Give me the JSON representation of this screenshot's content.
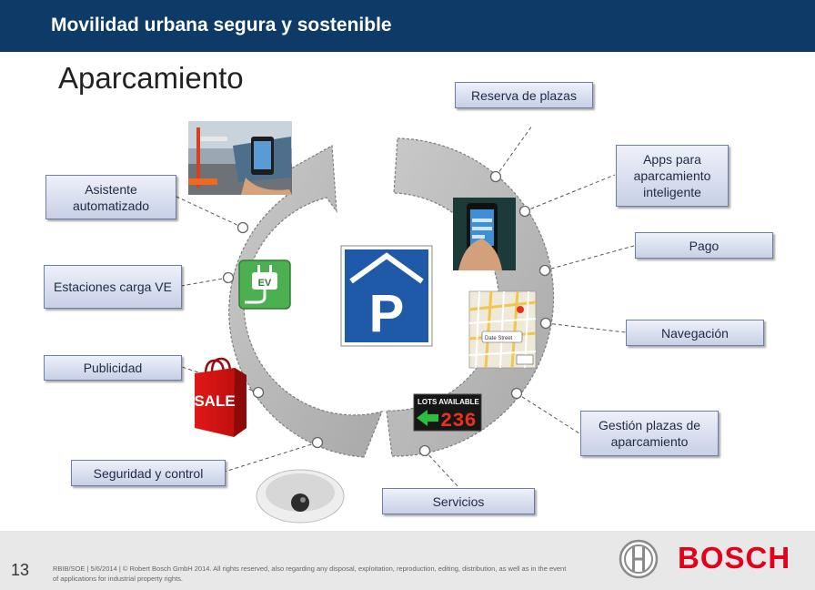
{
  "header": {
    "title": "Movilidad urbana segura y sostenible"
  },
  "slide": {
    "title": "Aparcamiento"
  },
  "labels": {
    "reserva": "Reserva de plazas",
    "apps": "Apps para aparcamiento inteligente",
    "pago": "Pago",
    "navegacion": "Navegación",
    "gestion": "Gestión plazas de aparcamiento",
    "servicios": "Servicios",
    "seguridad": "Seguridad y control",
    "publicidad": "Publicidad",
    "estaciones": "Estaciones carga VE",
    "asistente": "Asistente automatizado"
  },
  "icons": {
    "ev": "EV",
    "sale": "SALE",
    "lots_caption": "LOTS AVAILABLE",
    "lots_number": "236",
    "parking_letter": "P",
    "nav_label": "Date Street"
  },
  "footer": {
    "page_number": "13",
    "legal": "RBIB/SOE | 5/6/2014 | © Robert Bosch GmbH 2014. All rights reserved, also regarding any disposal, exploitation, reproduction, editing, distribution, as well as in the event of applications for industrial property rights.",
    "brand": "BOSCH"
  },
  "colors": {
    "header_bg": "#0d3a66",
    "brand_red": "#e2001a",
    "parking_blue": "#1e5aa8",
    "ev_green": "#4caf50"
  }
}
